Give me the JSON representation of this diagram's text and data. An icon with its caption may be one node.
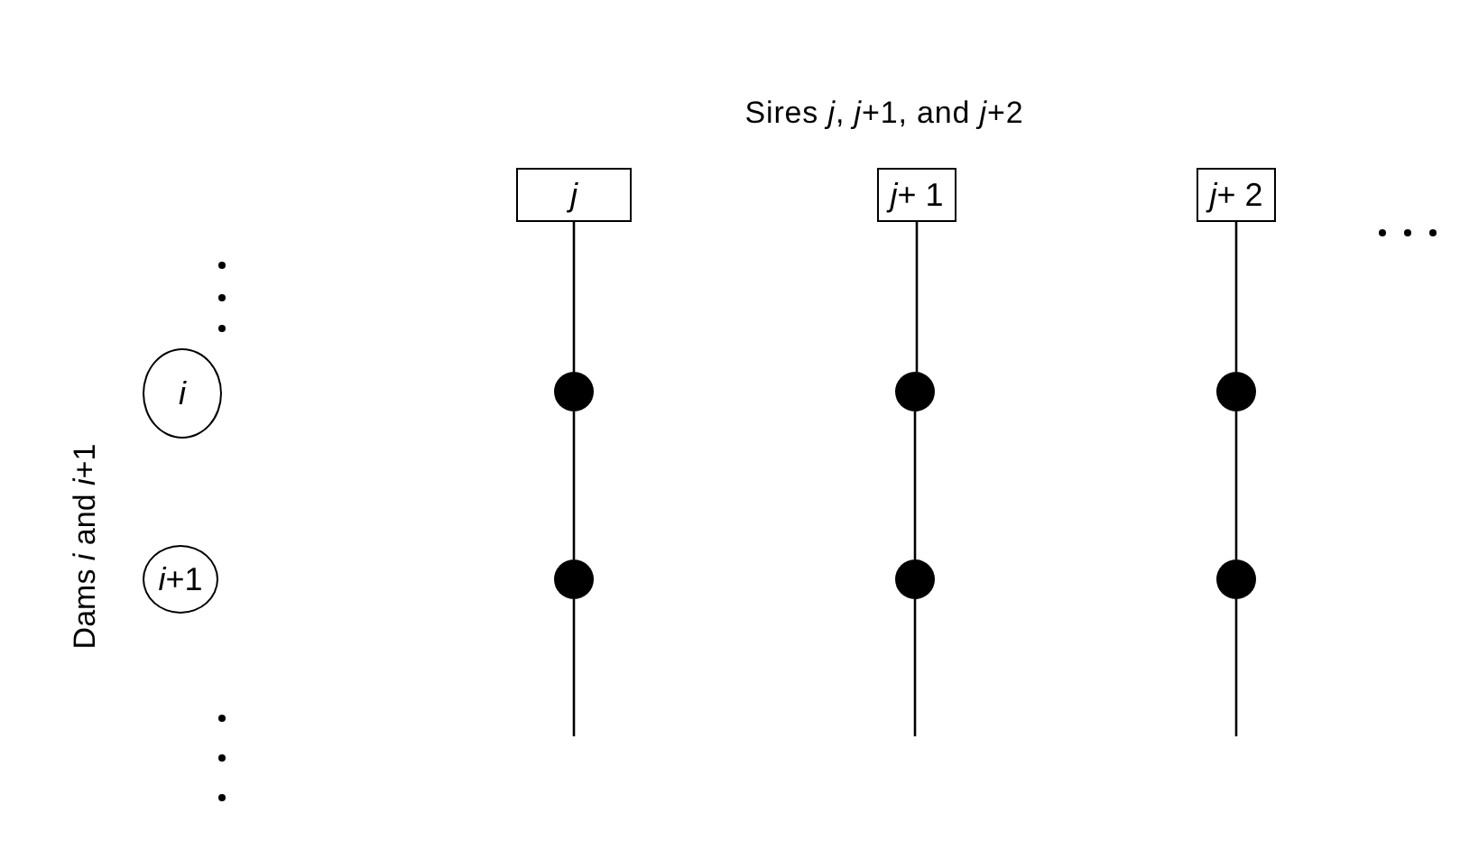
{
  "diagram": {
    "title": "Sires *j*, *j*+1, and *j*+2",
    "nodes": [
      {
        "text": [
          "*j*"
        ]
      },
      {
        "text": [
          "*j*+ 1"
        ]
      },
      {
        "text": [
          "*j*+ 2"
        ]
      },
      {
        "text": [
          "*i*"
        ]
      },
      {
        "text": [
          "*i*+1"
        ]
      },
      {
        "text": [],
        "shape": "circle"
      },
      {
        "text": [],
        "shape": "circle"
      },
      {
        "text": [],
        "shape": "circle"
      },
      {
        "text": [],
        "shape": "circle"
      },
      {
        "text": [],
        "shape": "circle"
      },
      {
        "text": [],
        "shape": "circle"
      }
    ],
    "edges": [
      {
        "from": 0,
        "to": 5,
        "arrow": "none"
      },
      {
        "from": 5,
        "to": 8,
        "arrow": "none"
      },
      {
        "from": 8,
        "to": null,
        "arrow": "none"
      },
      {
        "from": 1,
        "to": 6,
        "arrow": "none"
      },
      {
        "from": 6,
        "to": 9,
        "arrow": "none"
      },
      {
        "from": 9,
        "to": null,
        "arrow": "none"
      },
      {
        "from": 2,
        "to": 7,
        "arrow": "none"
      },
      {
        "from": 7,
        "to": 10,
        "arrow": "none"
      },
      {
        "from": 10,
        "to": null,
        "arrow": "none"
      }
    ],
    "labels": [
      "Dams *i* and *i*+1"
    ]
  }
}
